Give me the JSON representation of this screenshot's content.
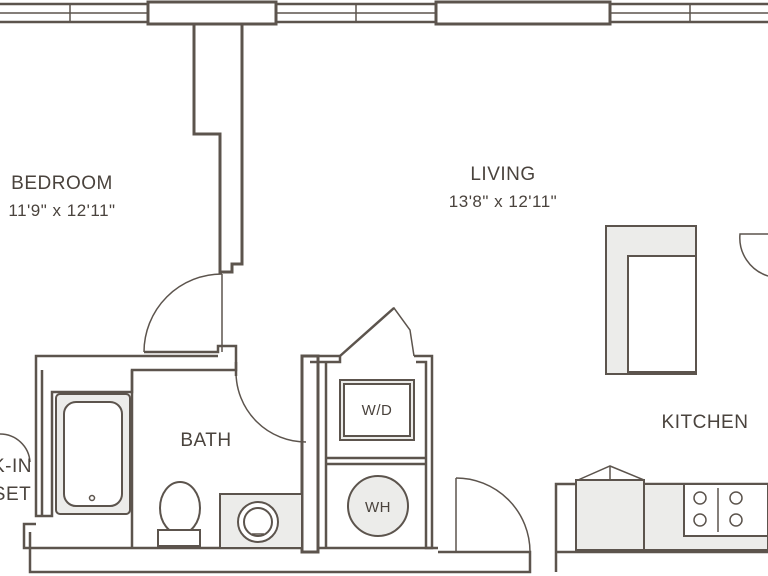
{
  "rooms": {
    "bedroom": {
      "name": "BEDROOM",
      "dims": "11'9\" x 12'11\""
    },
    "living": {
      "name": "LIVING",
      "dims": "13'8\" x 12'11\""
    },
    "bath": {
      "name": "BATH"
    },
    "kitchen": {
      "name": "KITCHEN"
    },
    "closet": {
      "name_line1": "K-IN",
      "name_line2": "SET"
    }
  },
  "fixtures": {
    "washer_dryer": "W/D",
    "water_heater": "WH"
  },
  "colors": {
    "wall": "#5c544d",
    "fixture_fill": "#ececea",
    "background": "#ffffff",
    "text": "#4a433d"
  }
}
